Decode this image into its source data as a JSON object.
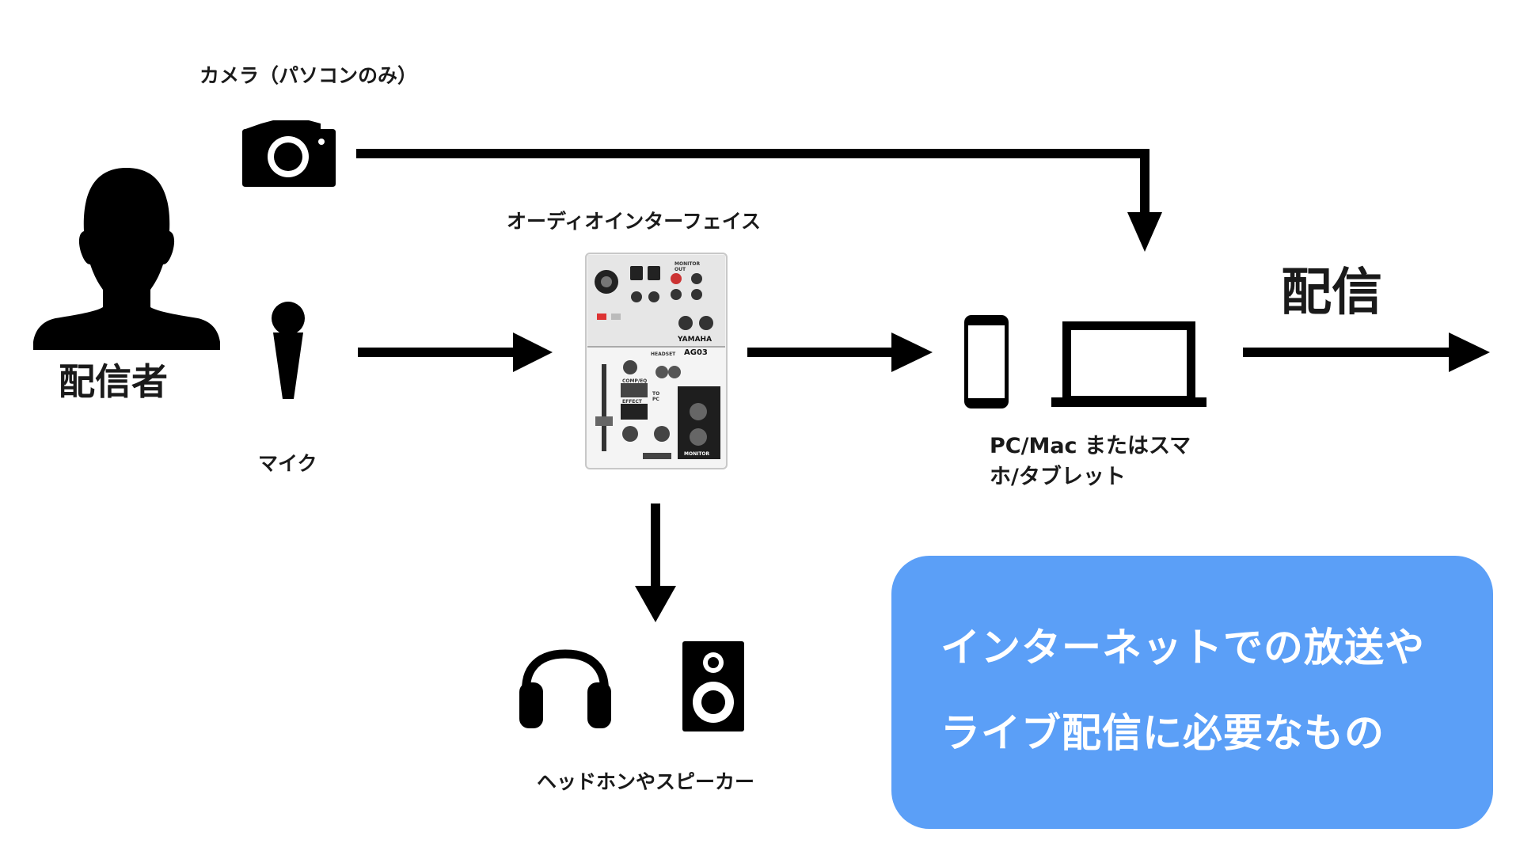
{
  "labels": {
    "camera": "カメラ（パソコンのみ）",
    "broadcaster": "配信者",
    "mic": "マイク",
    "audio_interface": "オーディオインターフェイス",
    "devices": "PC/Mac またはスマホ/タブレット",
    "output": "ヘッドホンやスピーカー",
    "distribution": "配信"
  },
  "interface_panel": {
    "brand": "YAMAHA",
    "model": "AG03",
    "monitor_out": "MONITOR OUT",
    "headset": "HEADSET",
    "monitor": "MONITOR",
    "to_pc": "TO PC",
    "effect": "EFFECT",
    "comp_eq": "COMP/EQ"
  },
  "callout": {
    "line1": "インターネットでの放送や",
    "line2": "ライブ配信に必要なもの"
  },
  "colors": {
    "callout_bg": "#5b9ff7",
    "arrow": "#000000",
    "icon": "#000000"
  },
  "icons": [
    "person-icon",
    "camera-icon",
    "microphone-icon",
    "audio-interface-image",
    "smartphone-icon",
    "laptop-icon",
    "headphones-icon",
    "speaker-icon"
  ]
}
